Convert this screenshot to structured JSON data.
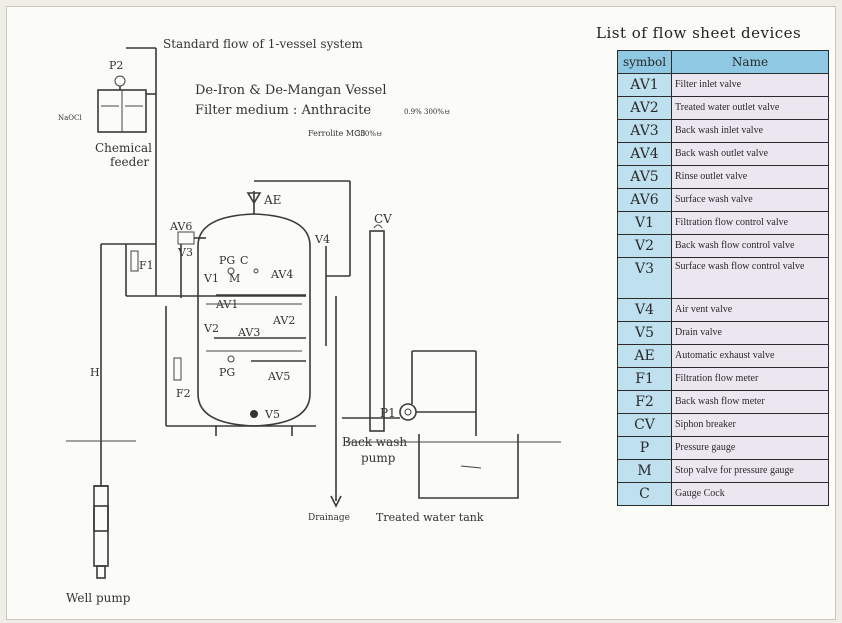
{
  "header_title": "Standard flow of 1-vessel system",
  "vessel": {
    "title": "De-Iron & De-Mangan Vessel",
    "medium_line1": "Filter medium : Anthracite",
    "medium_val1": "0.9% 300%ㅂ",
    "medium_line2": "Ferrolite MC3",
    "medium_val2": "300%ㅂ"
  },
  "labels": {
    "p2": "P2",
    "naocl": "NaOCl",
    "chemical_feeder_1": "Chemical",
    "chemical_feeder_2": "feeder",
    "ae": "AE",
    "cv": "CV",
    "av6": "AV6",
    "v3": "V3",
    "v4": "V4",
    "m": "M",
    "pg1": "PG",
    "c": "C",
    "v1": "V1",
    "av4": "AV4",
    "av1": "AV1",
    "v2": "V2",
    "av3": "AV3",
    "av2": "AV2",
    "pg2": "PG",
    "av5": "AV5",
    "v5": "V5",
    "f1": "F1",
    "f2": "F2",
    "p1": "P1",
    "h": "H",
    "backwash_1": "Back wash",
    "backwash_2": "pump",
    "drainage": "Drainage",
    "treated_tank": "Treated water tank",
    "well_pump": "Well pump"
  },
  "device_list": {
    "title": "List of flow sheet devices",
    "headers": [
      "symbol",
      "Name"
    ],
    "rows": [
      {
        "symbol": "AV1",
        "name": "Filter inlet valve"
      },
      {
        "symbol": "AV2",
        "name": "Treated water outlet valve"
      },
      {
        "symbol": "AV3",
        "name": "Back wash inlet valve"
      },
      {
        "symbol": "AV4",
        "name": "Back wash outlet valve"
      },
      {
        "symbol": "AV5",
        "name": "Rinse outlet valve"
      },
      {
        "symbol": "AV6",
        "name": "Surface wash valve"
      },
      {
        "symbol": "V1",
        "name": "Filtration flow control valve"
      },
      {
        "symbol": "V2",
        "name": "Back wash flow control valve"
      },
      {
        "symbol": "V3",
        "name": "Surface wash flow control valve"
      },
      {
        "symbol": "V4",
        "name": "Air vent valve"
      },
      {
        "symbol": "V5",
        "name": "Drain valve"
      },
      {
        "symbol": "AE",
        "name": "Automatic exhaust valve"
      },
      {
        "symbol": "F1",
        "name": "Filtration flow meter"
      },
      {
        "symbol": "F2",
        "name": "Back wash flow meter"
      },
      {
        "symbol": "CV",
        "name": "Siphon breaker"
      },
      {
        "symbol": "P",
        "name": "Pressure gauge"
      },
      {
        "symbol": "M",
        "name": "Stop valve for pressure gauge"
      },
      {
        "symbol": "C",
        "name": "Gauge Cock"
      }
    ]
  }
}
